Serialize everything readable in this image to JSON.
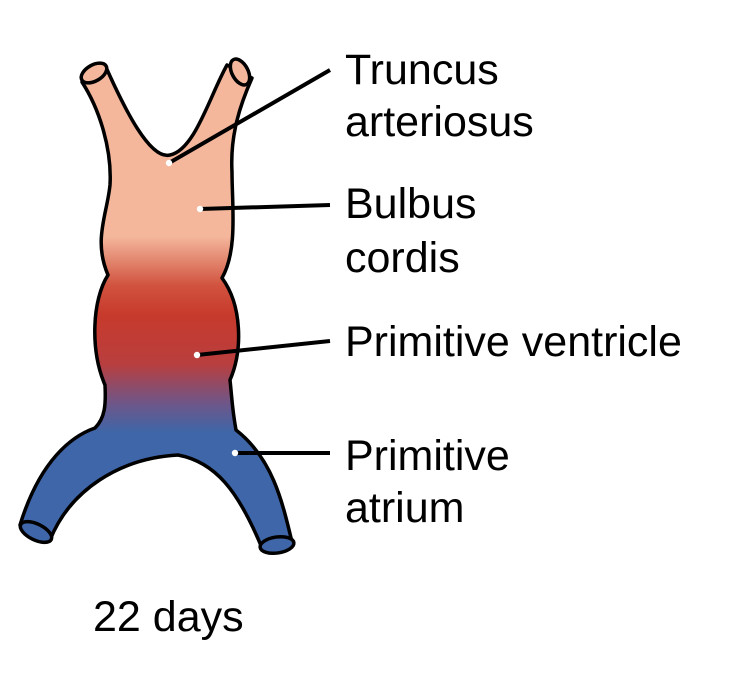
{
  "caption": "22 days",
  "colors": {
    "truncus_bulbus": "#F4B79C",
    "ventricle": "#C73A2C",
    "atrium": "#3F66A8",
    "outline": "#000000",
    "background": "#FFFFFF"
  },
  "labels": [
    {
      "id": "truncus-arteriosus",
      "lines": [
        "Truncus",
        "arteriosus"
      ]
    },
    {
      "id": "bulbus-cordis",
      "lines": [
        "Bulbus",
        "cordis"
      ]
    },
    {
      "id": "primitive-ventricle",
      "lines": [
        "Primitive ventricle"
      ]
    },
    {
      "id": "primitive-atrium",
      "lines": [
        "Primitive",
        "atrium"
      ]
    }
  ]
}
